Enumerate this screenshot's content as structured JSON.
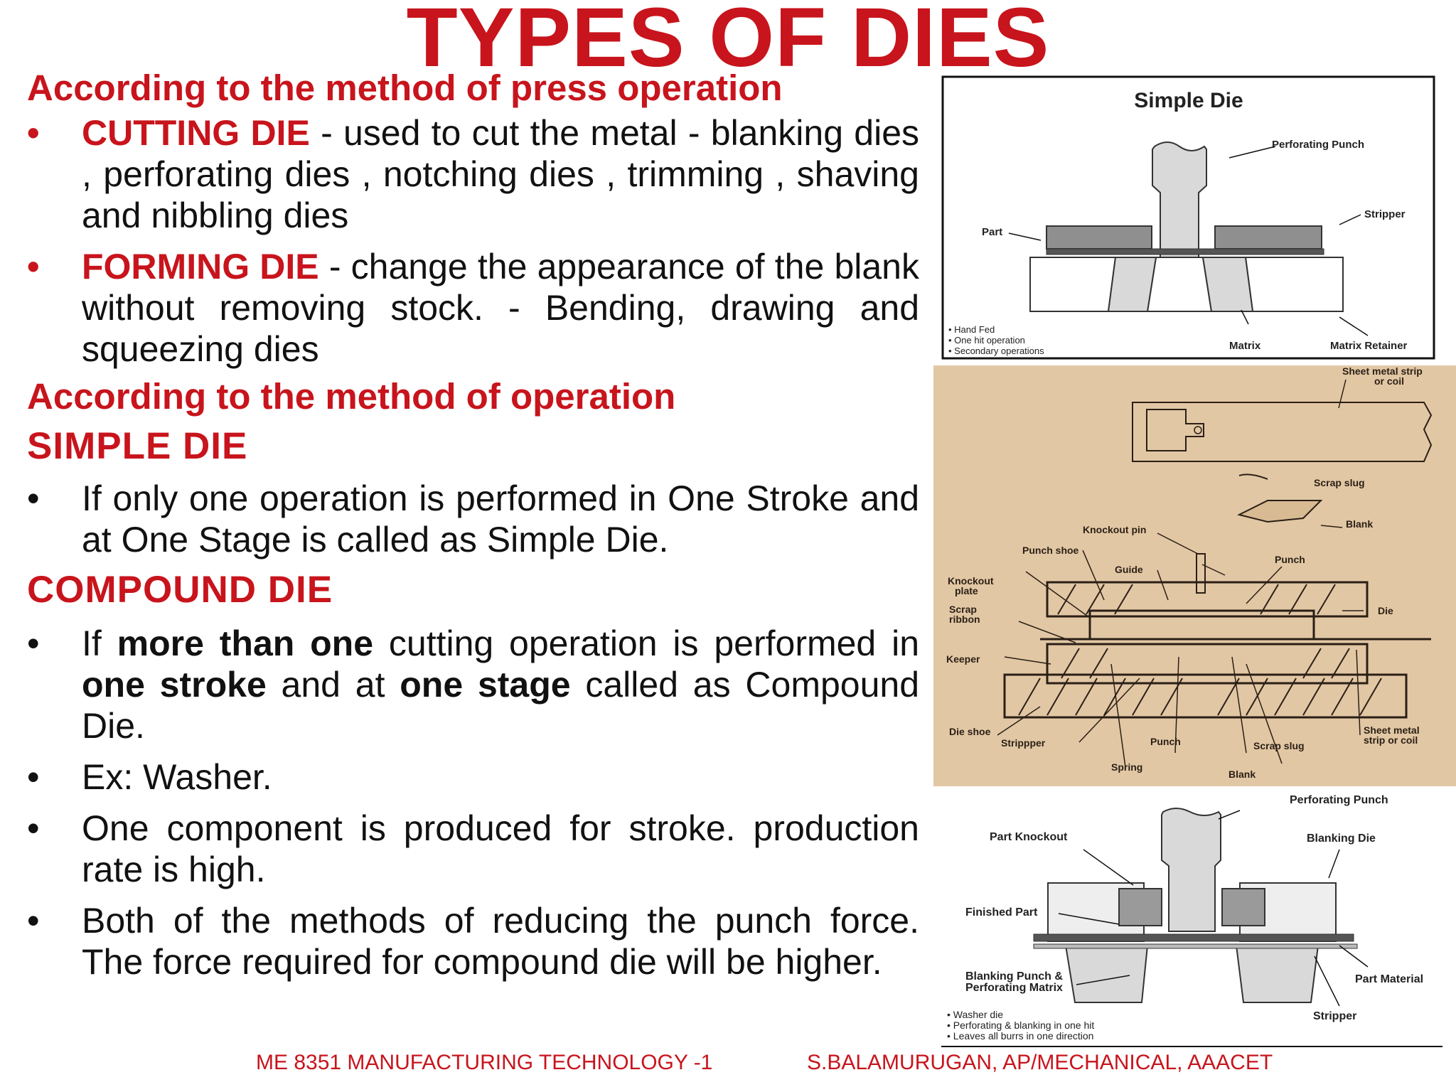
{
  "title": "TYPES OF DIES",
  "section1": {
    "heading": "According to the method of press operation",
    "items": [
      {
        "term": "CUTTING DIE",
        "text": " - used to cut the metal - blanking dies , perforating dies , notching dies , trimming , shaving and nibbling dies"
      },
      {
        "term": "FORMING DIE",
        "text": " - change the appearance of the blank without removing stock. - Bending, drawing and squeezing dies"
      }
    ]
  },
  "section2": {
    "heading": "According to the method of operation",
    "simple": {
      "heading": "SIMPLE DIE",
      "text": "If only one operation is performed in One Stroke and at One Stage is called as Simple Die."
    },
    "compound": {
      "heading": "COMPOUND DIE",
      "b1_pre": "If ",
      "b1_bold1": "more than one",
      "b1_mid1": " cutting operation is performed in ",
      "b1_bold2": "one stroke",
      "b1_mid2": " and at ",
      "b1_bold3": "one stage",
      "b1_post": " called as Compound Die.",
      "b2": "Ex: Washer.",
      "b3": "One component is produced for stroke. production rate is high.",
      "b4": "Both of the methods of reducing the punch force. The force required for compound die will be higher."
    }
  },
  "bullet_char": "•",
  "figure1": {
    "title": "Simple Die",
    "labels": {
      "punch": "Perforating Punch",
      "stripper": "Stripper",
      "part": "Part",
      "matrix": "Matrix",
      "retainer": "Matrix Retainer"
    },
    "notes": [
      "• Hand Fed",
      "• One hit operation",
      "• Secondary operations"
    ]
  },
  "figure2": {
    "labels": {
      "strip": "Sheet metal strip",
      "strip2": "or coil",
      "scrap": "Scrap slug",
      "blank": "Blank",
      "knockout_pin": "Knockout pin",
      "punch_shoe": "Punch shoe",
      "guide": "Guide",
      "punch": "Punch",
      "knockout_plate": "Knockout",
      "knockout_plate2": "plate",
      "scrap_ribbon": "Scrap",
      "scrap_ribbon2": "ribbon",
      "die": "Die",
      "keeper": "Keeper",
      "die_shoe": "Die shoe",
      "stripper": "Strippper",
      "punch_b": "Punch",
      "scrap_b": "Scrap slug",
      "sheet_b": "Sheet metal",
      "sheet_b2": "strip or coil",
      "spring": "Spring",
      "blank_b": "Blank"
    }
  },
  "figure3": {
    "labels": {
      "punch": "Perforating Punch",
      "knockout": "Part Knockout",
      "blanking_die": "Blanking Die",
      "finished": "Finished Part",
      "bp1": "Blanking Punch &",
      "bp2": "Perforating Matrix",
      "material": "Part Material",
      "stripper": "Stripper"
    },
    "notes": [
      "• Washer die",
      "• Perforating & blanking in one hit",
      "• Leaves all burrs in one direction"
    ]
  },
  "footer": {
    "left": "ME 8351 MANUFACTURING TECHNOLOGY -1",
    "right": "S.BALAMURUGAN, AP/MECHANICAL, AAACET"
  },
  "colors": {
    "accent": "#c8141c",
    "paper": "#e2c7a4",
    "ink": "#2a1f16"
  }
}
